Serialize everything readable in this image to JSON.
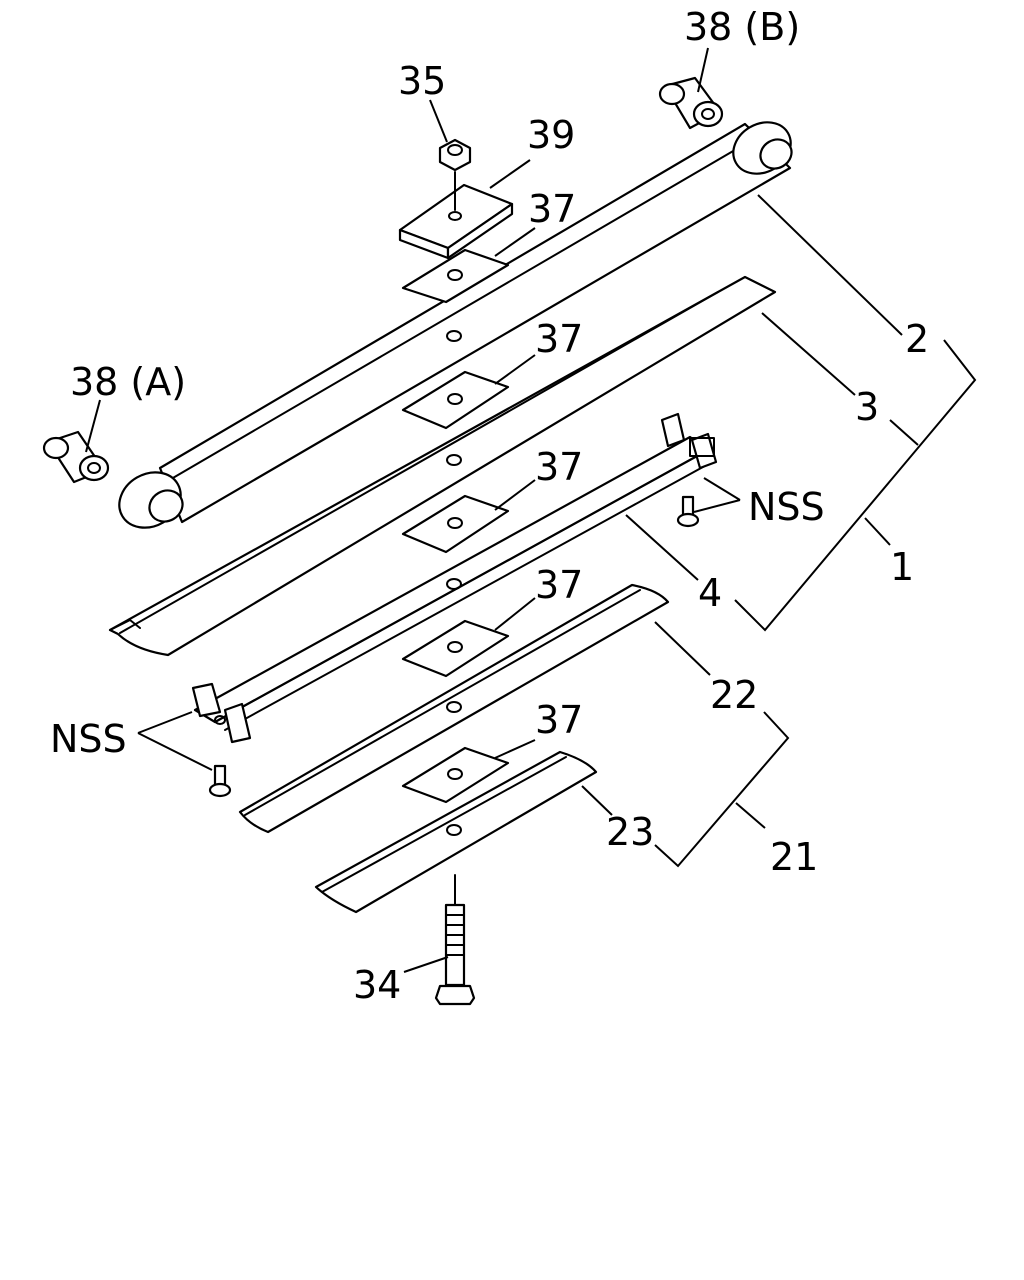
{
  "diagram": {
    "labels": {
      "p38b": "38 (B)",
      "p35": "35",
      "p39": "39",
      "p37a": "37",
      "p37b": "37",
      "p37c": "37",
      "p37d": "37",
      "p37e": "37",
      "p38a": "38 (A)",
      "p2": "2",
      "p3": "3",
      "p1": "1",
      "nss_right": "NSS",
      "p4": "4",
      "nss_left": "NSS",
      "p22": "22",
      "p23": "23",
      "p21": "21",
      "p34": "34"
    }
  }
}
